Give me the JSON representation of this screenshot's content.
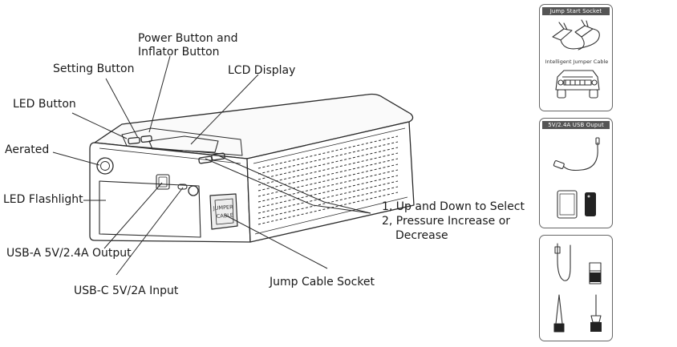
{
  "labels": {
    "power_button": [
      "Power Button and",
      "Inflator Button"
    ],
    "setting_button": "Setting Button",
    "lcd_display": "LCD Display",
    "led_button": "LED Button",
    "aerated": "Aerated",
    "led_flashlight": "LED Flashlight",
    "select_note": [
      "1, Up and Down to Select",
      "2, Pressure Increase or",
      "Decrease"
    ],
    "usb_a": "USB-A 5V/2.4A Output",
    "usb_c": "USB-C 5V/2A Input",
    "jump_cable_socket": "Jump Cable Socket",
    "socket_text": [
      "JUMPER",
      "CABLE"
    ]
  },
  "panels": {
    "jump_start": {
      "title": "Jump Start Socket",
      "caption": "Intelligent Jumper Cable"
    },
    "usb_output": {
      "title": "5V/2.4A USB Ouput"
    }
  },
  "colors": {
    "line": "#2a2a2a",
    "panel_header": "#555555"
  }
}
